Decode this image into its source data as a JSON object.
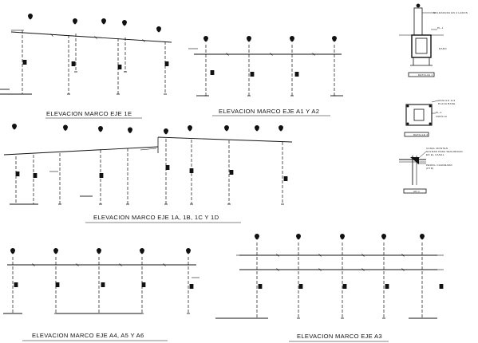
{
  "titles": {
    "frame_1e": "ELEVACION MARCO EJE 1E",
    "frame_a1_a2": "ELEVACION MARCO EJE A1 Y A2",
    "frame_1a_1d": "ELEVACION MARCO EJE 1A, 1B, 1C Y 1D",
    "frame_a4_a6": "ELEVACION MARCO EJE A4, A5 Y A6",
    "frame_a3": "ELEVACION MARCO EJE A3"
  },
  "details": {
    "detail_1": "DETALLE 1",
    "detail_2": "DETALLE 2",
    "detail_3": "AD-1",
    "notes_1": [
      "SOLDADURA EN 4 LADOS",
      "PL-1",
      "DADO"
    ],
    "notes_2": [
      "ANGULO 2x3",
      "PLACA BASE",
      "PL-2",
      "VARILLA"
    ],
    "notes_3": [
      "CANAL MONTEN",
      "SOLDAR PARA SEGURIDAD",
      "EN EL CANAL",
      "PERFIL CUADRADO",
      "(PTR)"
    ]
  },
  "colors": {
    "line": "#111111",
    "background": "#ffffff"
  }
}
